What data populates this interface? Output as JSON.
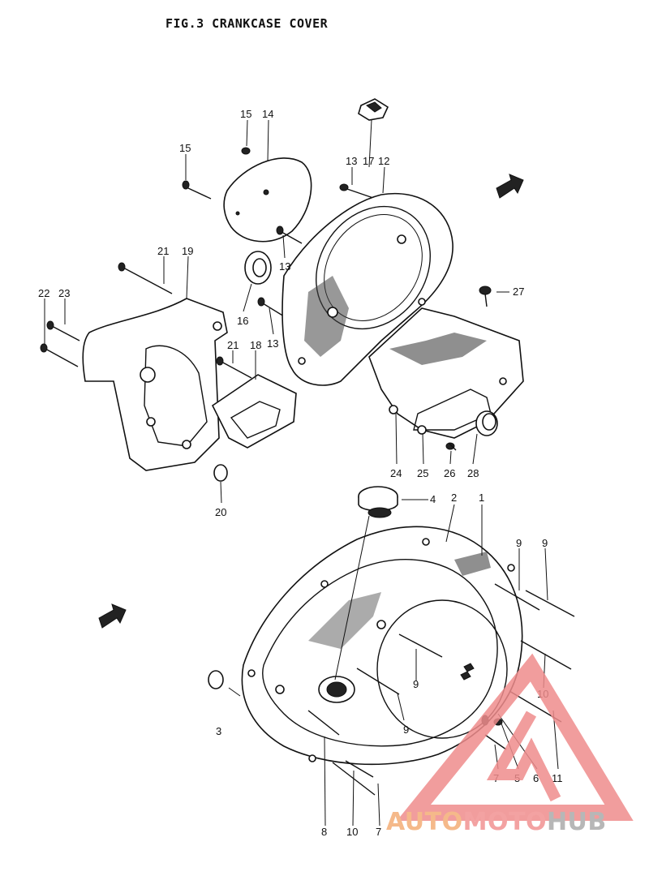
{
  "figure": {
    "title": "FIG.3  CRANKCASE COVER"
  },
  "parts": [
    {
      "id": "p15a",
      "label": "15"
    },
    {
      "id": "p14",
      "label": "14"
    },
    {
      "id": "p15b",
      "label": "15"
    },
    {
      "id": "p13a",
      "label": "13"
    },
    {
      "id": "p17",
      "label": "17"
    },
    {
      "id": "p12",
      "label": "12"
    },
    {
      "id": "p13b",
      "label": "13"
    },
    {
      "id": "p13c",
      "label": "13"
    },
    {
      "id": "p16",
      "label": "16"
    },
    {
      "id": "p21a",
      "label": "21"
    },
    {
      "id": "p19",
      "label": "19"
    },
    {
      "id": "p22",
      "label": "22"
    },
    {
      "id": "p23",
      "label": "23"
    },
    {
      "id": "p27",
      "label": "27"
    },
    {
      "id": "p21b",
      "label": "21"
    },
    {
      "id": "p18",
      "label": "18"
    },
    {
      "id": "p24",
      "label": "24"
    },
    {
      "id": "p25",
      "label": "25"
    },
    {
      "id": "p26",
      "label": "26"
    },
    {
      "id": "p28",
      "label": "28"
    },
    {
      "id": "p20",
      "label": "20"
    },
    {
      "id": "p4",
      "label": "4"
    },
    {
      "id": "p2",
      "label": "2"
    },
    {
      "id": "p1",
      "label": "1"
    },
    {
      "id": "p9a",
      "label": "9"
    },
    {
      "id": "p9b",
      "label": "9"
    },
    {
      "id": "p9c",
      "label": "9"
    },
    {
      "id": "p9d",
      "label": "9"
    },
    {
      "id": "p10a",
      "label": "10"
    },
    {
      "id": "p3",
      "label": "3"
    },
    {
      "id": "p7a",
      "label": "7"
    },
    {
      "id": "p5",
      "label": "5"
    },
    {
      "id": "p6",
      "label": "6"
    },
    {
      "id": "p11",
      "label": "11"
    },
    {
      "id": "p8",
      "label": "8"
    },
    {
      "id": "p10b",
      "label": "10"
    },
    {
      "id": "p7b",
      "label": "7"
    }
  ],
  "watermark": {
    "part1": "AUTO",
    "part2": "MOTO",
    "part3": "HUB",
    "colors": {
      "auto": "#f5b98a",
      "moto": "#f3a2a2",
      "hub": "#b7b7b7",
      "triangle": "#ef8c8c"
    }
  }
}
